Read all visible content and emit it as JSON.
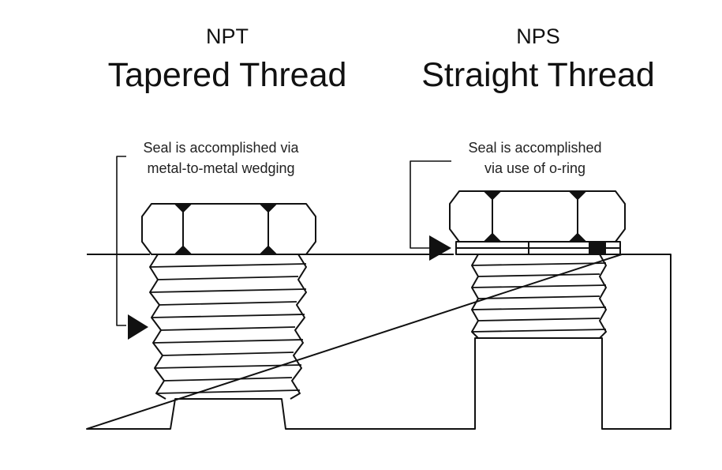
{
  "left": {
    "abbreviation": "NPT",
    "title": "Tapered Thread",
    "note_line1": "Seal is accomplished via",
    "note_line2": "metal-to-metal wedging"
  },
  "right": {
    "abbreviation": "NPS",
    "title": "Straight Thread",
    "note_line1": "Seal is accomplished",
    "note_line2": "via use of o-ring"
  },
  "colors": {
    "stroke": "#111111",
    "background": "#ffffff"
  },
  "icons": {
    "seal_pointer": "triangle-arrow-right-icon",
    "hex_nut": "hexagon-nut-icon",
    "o_ring": "o-ring-icon"
  }
}
